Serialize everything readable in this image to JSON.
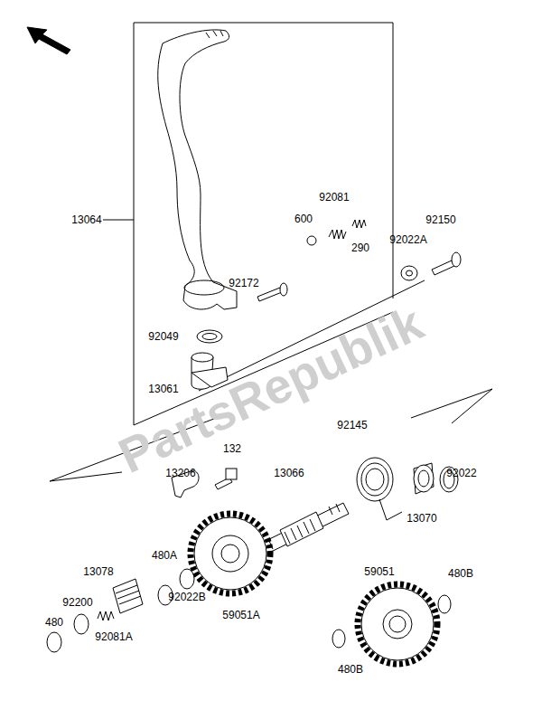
{
  "diagram": {
    "labels": [
      "13064",
      "92081",
      "600",
      "290",
      "92150",
      "92022A",
      "92172",
      "92049",
      "13061",
      "132",
      "92145",
      "13206",
      "13066",
      "13070",
      "92022",
      "480A",
      "59051A",
      "13078",
      "92200",
      "92022B",
      "480",
      "92081A",
      "59051",
      "480B",
      "480B",
      "PartsRepublik"
    ]
  }
}
